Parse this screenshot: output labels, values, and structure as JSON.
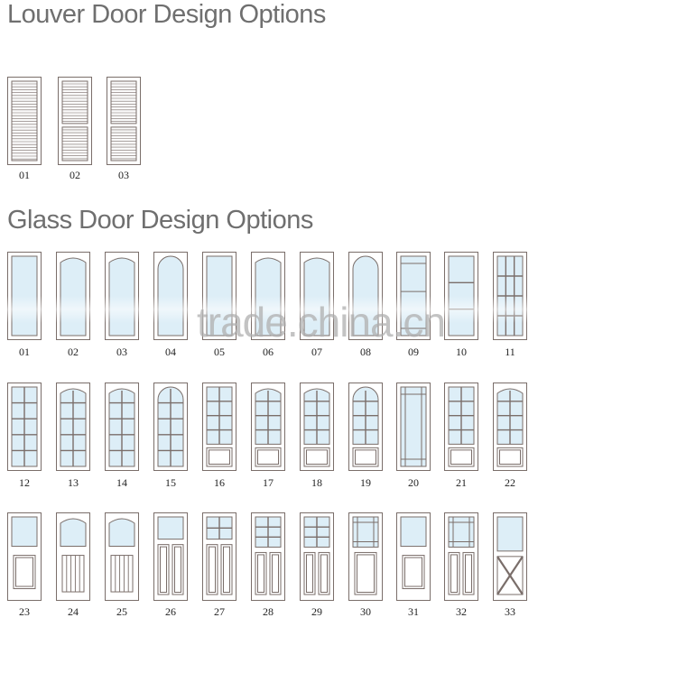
{
  "headings": {
    "louver": "Louver Door Design Options",
    "glass": "Glass Door Design Options"
  },
  "watermark": "trade.china.cn",
  "colors": {
    "frame": "#7a6e6a",
    "glass": "#ddeef7",
    "text": "#6f6f6f"
  },
  "louver_doors": [
    {
      "label": "01",
      "style": "full-louver"
    },
    {
      "label": "02",
      "style": "split-louver"
    },
    {
      "label": "03",
      "style": "split-louver"
    }
  ],
  "glass_doors": [
    {
      "label": "01",
      "style": "full-glass"
    },
    {
      "label": "02",
      "style": "arch-top-glass"
    },
    {
      "label": "03",
      "style": "arch-top-glass"
    },
    {
      "label": "04",
      "style": "round-arch-glass"
    },
    {
      "label": "05",
      "style": "full-glass"
    },
    {
      "label": "06",
      "style": "arch-top-glass"
    },
    {
      "label": "07",
      "style": "arch-top-glass"
    },
    {
      "label": "08",
      "style": "round-arch-glass"
    },
    {
      "label": "09",
      "style": "prairie-glass"
    },
    {
      "label": "10",
      "style": "three-lite-glass"
    },
    {
      "label": "11",
      "style": "grid-lite-glass"
    },
    {
      "label": "12",
      "style": "ten-lite"
    },
    {
      "label": "13",
      "style": "ten-lite-arch"
    },
    {
      "label": "14",
      "style": "ten-lite-arch"
    },
    {
      "label": "15",
      "style": "ten-lite-round-arch"
    },
    {
      "label": "16",
      "style": "eight-lite-panel"
    },
    {
      "label": "17",
      "style": "eight-lite-panel-arch"
    },
    {
      "label": "18",
      "style": "eight-lite-panel-arch"
    },
    {
      "label": "19",
      "style": "eight-lite-panel-round"
    },
    {
      "label": "20",
      "style": "prairie-tall"
    },
    {
      "label": "21",
      "style": "eight-lite-panel"
    },
    {
      "label": "22",
      "style": "eight-lite-panel-arch"
    },
    {
      "label": "23",
      "style": "half-glass-panel"
    },
    {
      "label": "24",
      "style": "half-glass-beadboard-arch"
    },
    {
      "label": "25",
      "style": "half-glass-beadboard-arch"
    },
    {
      "label": "26",
      "style": "half-glass-two-panel"
    },
    {
      "label": "27",
      "style": "four-lite-two-panel"
    },
    {
      "label": "28",
      "style": "six-lite-two-panel"
    },
    {
      "label": "29",
      "style": "six-lite-two-panel"
    },
    {
      "label": "30",
      "style": "prairie-panel"
    },
    {
      "label": "31",
      "style": "half-glass-panel"
    },
    {
      "label": "32",
      "style": "prairie-two-panel"
    },
    {
      "label": "33",
      "style": "half-glass-x-brace"
    }
  ]
}
